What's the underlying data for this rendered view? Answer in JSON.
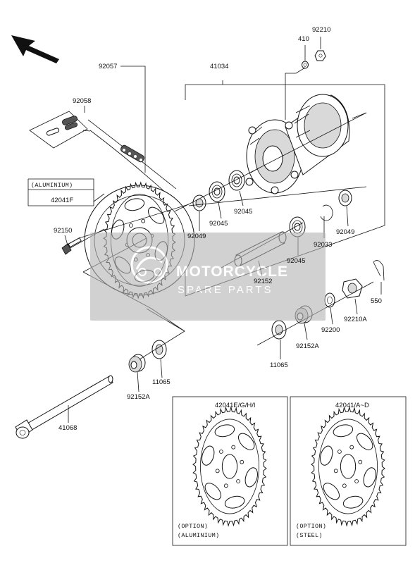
{
  "labels": {
    "p92210": "92210",
    "p410": "410",
    "p92057": "92057",
    "p41034": "41034",
    "p92058": "92058",
    "aluminium_box": "(ALUMINIUM)",
    "p42041F": "42041F",
    "p92150": "92150",
    "p92049_left": "92049",
    "p92045_a": "92045",
    "p92045_b": "92045",
    "p92045_c": "92045",
    "p92049_right": "92049",
    "p92033": "92033",
    "p92152": "92152",
    "p550": "550",
    "p92210A": "92210A",
    "p92200": "92200",
    "p92152A_right": "92152A",
    "p11065_right": "11065",
    "p11065_left": "11065",
    "p92152A_left": "92152A",
    "p41068": "41068",
    "p42041EGHI": "42041E/G/H/I",
    "p42041AD": "42041/A~D",
    "opt_alu_1": "(OPTION)",
    "opt_alu_2": "(ALUMINIUM)",
    "opt_steel_1": "(OPTION)",
    "opt_steel_2": "(STEEL)"
  },
  "watermark": {
    "line1": "MOTORCYCLE",
    "line2": "SPARE PARTS",
    "color": "#b3b3b3"
  },
  "icons": {
    "front_arrow": "front-direction-arrow-icon"
  }
}
